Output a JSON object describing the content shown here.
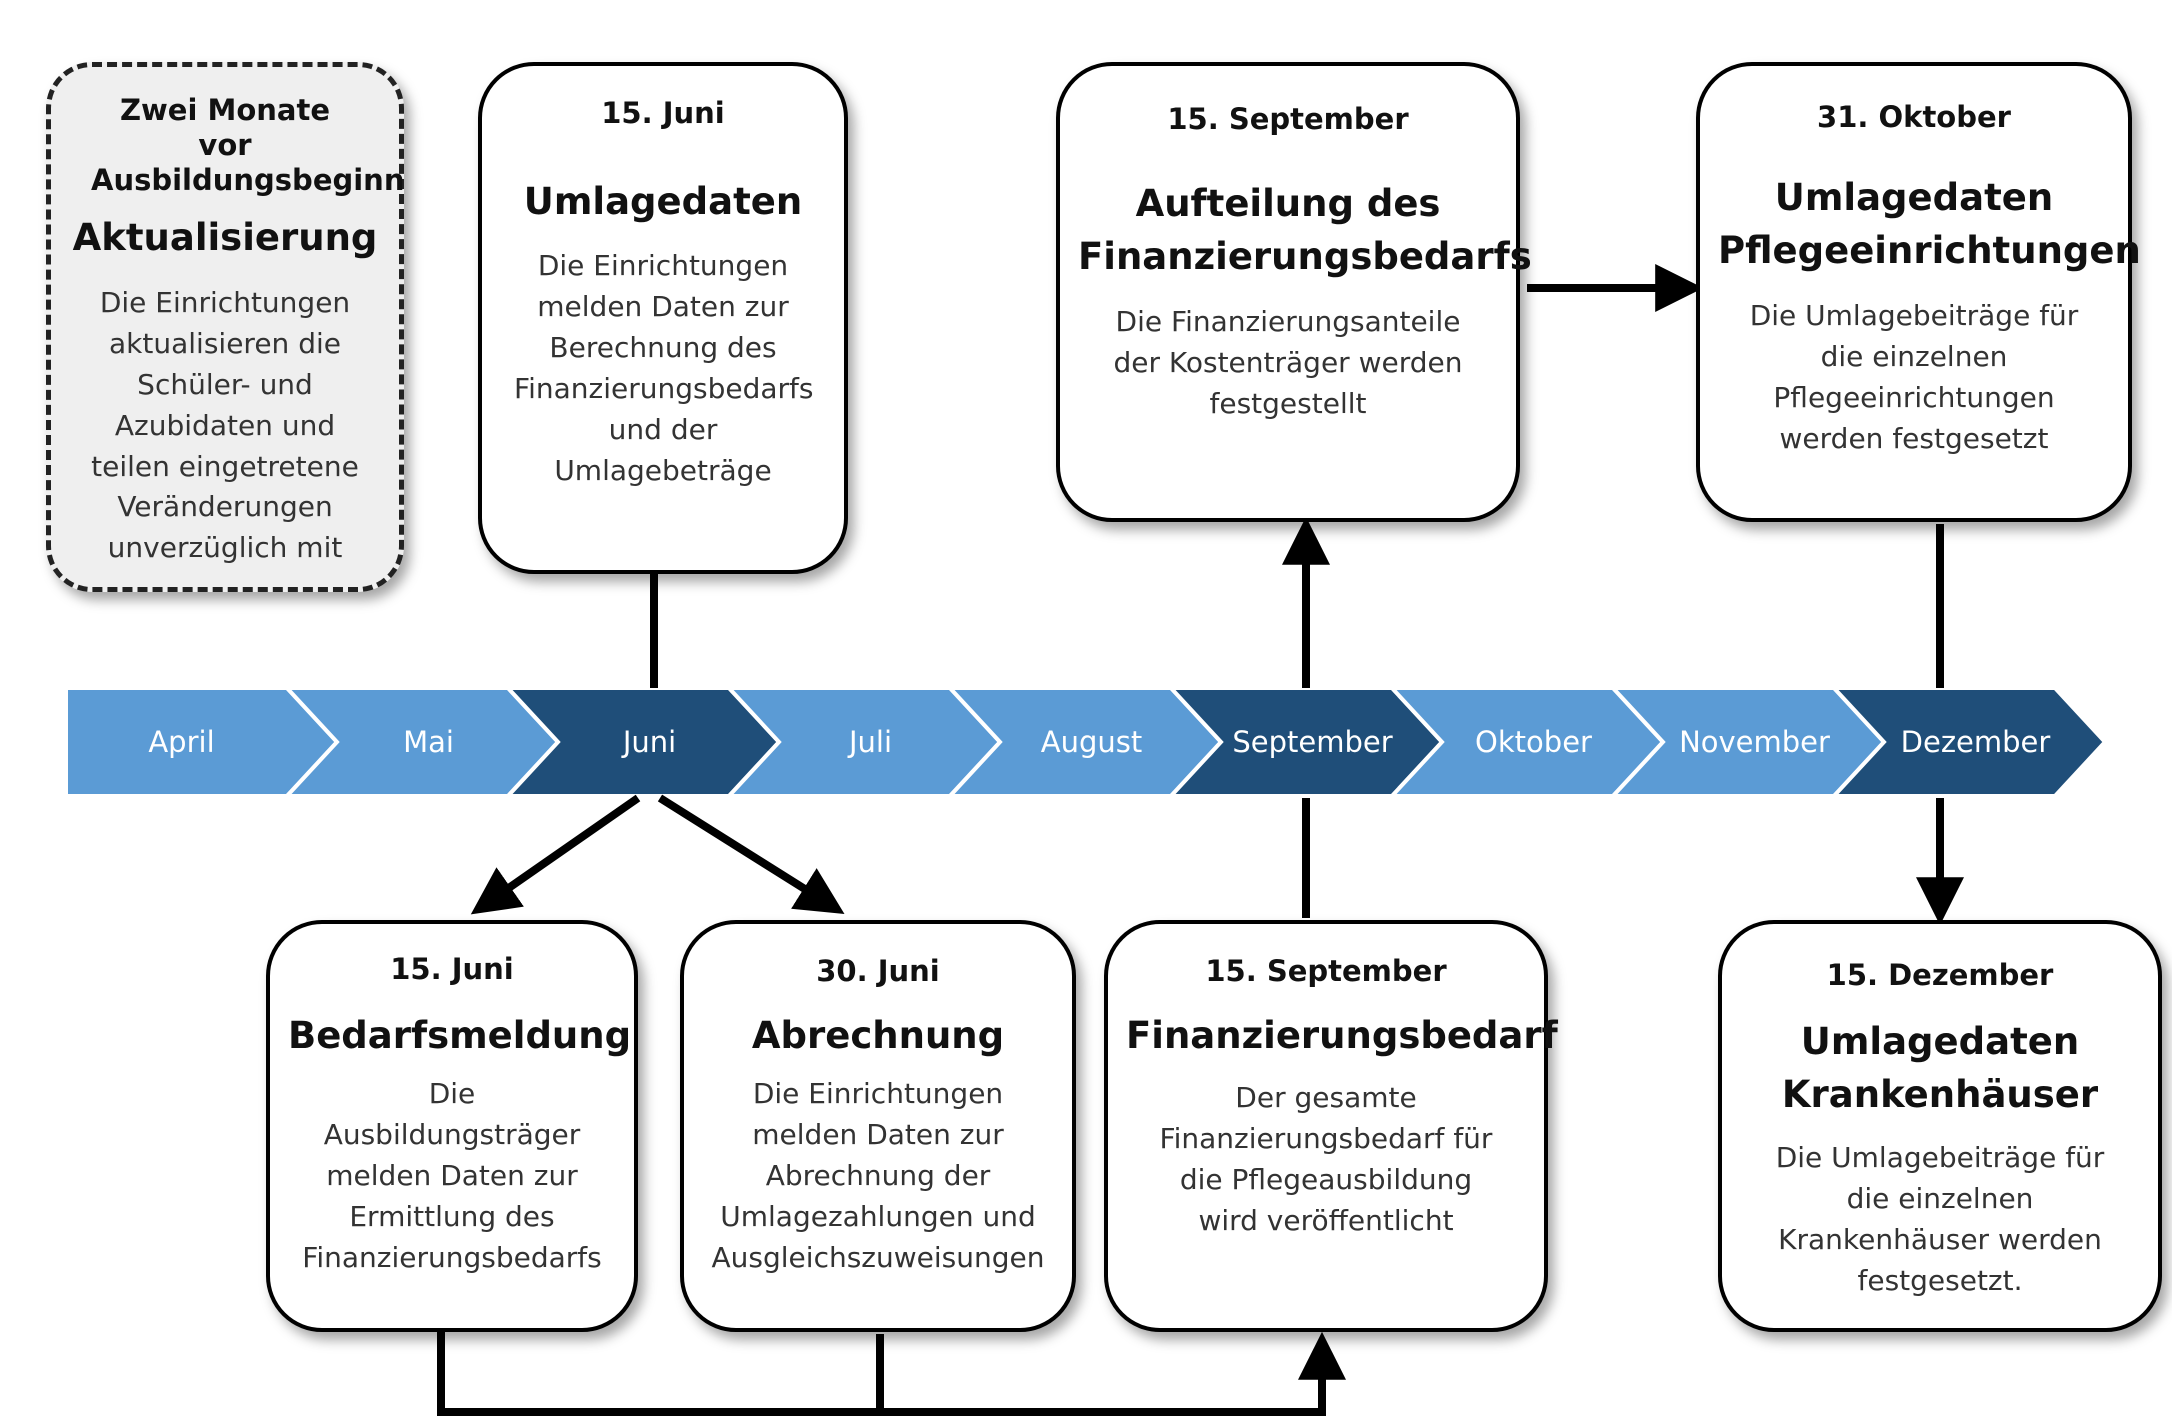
{
  "timeline": {
    "months": [
      "April",
      "Mai",
      "Juni",
      "Juli",
      "August",
      "September",
      "Oktober",
      "November",
      "Dezember"
    ],
    "highlighted": [
      "Juni",
      "September",
      "Dezember"
    ],
    "colors": {
      "light": "#5b9bd5",
      "dark": "#1f4e79",
      "text": "#ffffff"
    }
  },
  "cards": {
    "aktualisierung": {
      "date": "Zwei Monate vor Ausbildungsbeginn",
      "title": "Aktualisierung",
      "body": "Die Einrichtungen aktualisieren die Schüler- und Azubidaten und teilen eingetretene Veränderungen unverzüglich mit"
    },
    "umlagedaten_juni": {
      "date": "15. Juni",
      "title": "Umlagedaten",
      "body": "Die Einrichtungen melden Daten zur Berechnung des Finanzierungsbedarfs und der Umlagebeträge"
    },
    "aufteilung": {
      "date": "15. September",
      "title": "Aufteilung des Finanzierungsbedarfs",
      "body": "Die Finanzierungsanteile der Kostenträger werden festgestellt"
    },
    "umlagedaten_pflege": {
      "date": "31. Oktober",
      "title": "Umlagedaten Pflegeeinrichtungen",
      "body": "Die Umlagebeiträge für die einzelnen Pflegeeinrichtungen werden festgesetzt"
    },
    "bedarfsmeldung": {
      "date": "15. Juni",
      "title": "Bedarfsmeldung",
      "body": "Die Ausbildungsträger melden Daten zur Ermittlung des Finanzierungsbedarfs"
    },
    "abrechnung": {
      "date": "30. Juni",
      "title": "Abrechnung",
      "body": "Die Einrichtungen melden Daten zur Abrechnung der Umlagezahlungen und Ausgleichszuweisungen"
    },
    "finanzierungsbedarf": {
      "date": "15. September",
      "title": "Finanzierungsbedarf",
      "body": "Der gesamte Finanzierungsbedarf für die Pflegeausbildung wird veröffentlicht"
    },
    "umlagedaten_kranken": {
      "date": "15. Dezember",
      "title": "Umlagedaten Krankenhäuser",
      "body": "Die Umlagebeiträge für die einzelnen Krankenhäuser werden festgesetzt."
    }
  }
}
